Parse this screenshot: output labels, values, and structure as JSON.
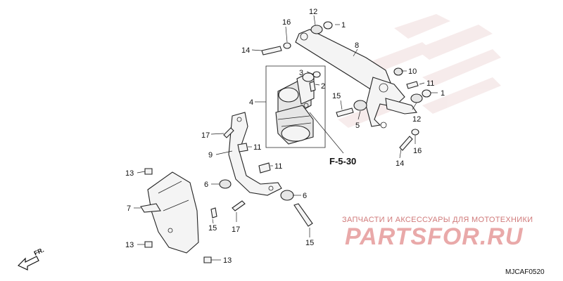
{
  "callouts": [
    {
      "id": "c1a",
      "text": "1"
    },
    {
      "id": "c1b",
      "text": "1"
    },
    {
      "id": "c2",
      "text": "2"
    },
    {
      "id": "c3",
      "text": "3"
    },
    {
      "id": "c4",
      "text": "4"
    },
    {
      "id": "c5",
      "text": "5"
    },
    {
      "id": "c6a",
      "text": "6"
    },
    {
      "id": "c6b",
      "text": "6"
    },
    {
      "id": "c7",
      "text": "7"
    },
    {
      "id": "c8",
      "text": "8"
    },
    {
      "id": "c9",
      "text": "9"
    },
    {
      "id": "c10",
      "text": "10"
    },
    {
      "id": "c11a",
      "text": "11"
    },
    {
      "id": "c11b",
      "text": "11"
    },
    {
      "id": "c11c",
      "text": "11"
    },
    {
      "id": "c12a",
      "text": "12"
    },
    {
      "id": "c12b",
      "text": "12"
    },
    {
      "id": "c13a",
      "text": "13"
    },
    {
      "id": "c13b",
      "text": "13"
    },
    {
      "id": "c13c",
      "text": "13"
    },
    {
      "id": "c14a",
      "text": "14"
    },
    {
      "id": "c14b",
      "text": "14"
    },
    {
      "id": "c15a",
      "text": "15"
    },
    {
      "id": "c15b",
      "text": "15"
    },
    {
      "id": "c15c",
      "text": "15"
    },
    {
      "id": "c16a",
      "text": "16"
    },
    {
      "id": "c16b",
      "text": "16"
    },
    {
      "id": "c17a",
      "text": "17"
    },
    {
      "id": "c17b",
      "text": "17"
    }
  ],
  "reference": "F-5-30",
  "front_label": "FR.",
  "diagram_code": "MJCAF0520",
  "watermark": {
    "top_text": "ЗАПЧАСТИ И АКСЕССУАРЫ ДЛЯ МОТОТЕХНИКИ",
    "brand_text": "PARTSFOR.RU"
  }
}
